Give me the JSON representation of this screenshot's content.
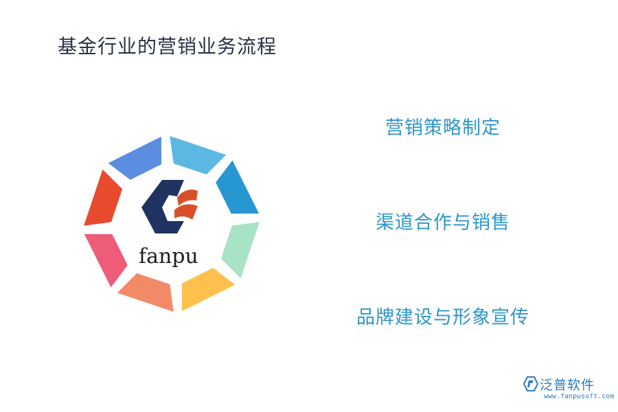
{
  "header": {
    "title": "基金行业的营销业务流程"
  },
  "diagram": {
    "center_word": "fanpu",
    "logo_colors": {
      "dark": "#1f3260",
      "accent": "#d8502a"
    },
    "segment_colors": [
      "#5cb8e3",
      "#2697d1",
      "#a8e3c6",
      "#ffc04d",
      "#f28967",
      "#ee5c79",
      "#e84a2e",
      "#5b8ee0"
    ]
  },
  "steps": {
    "items": [
      {
        "label": "营销策略制定"
      },
      {
        "label": "渠道合作与销售"
      },
      {
        "label": "品牌建设与形象宣传"
      }
    ],
    "color": "#2e96c8"
  },
  "brand": {
    "name": "泛普软件",
    "url": "www.fanpusoft.com",
    "color": "#2c7cc0"
  }
}
